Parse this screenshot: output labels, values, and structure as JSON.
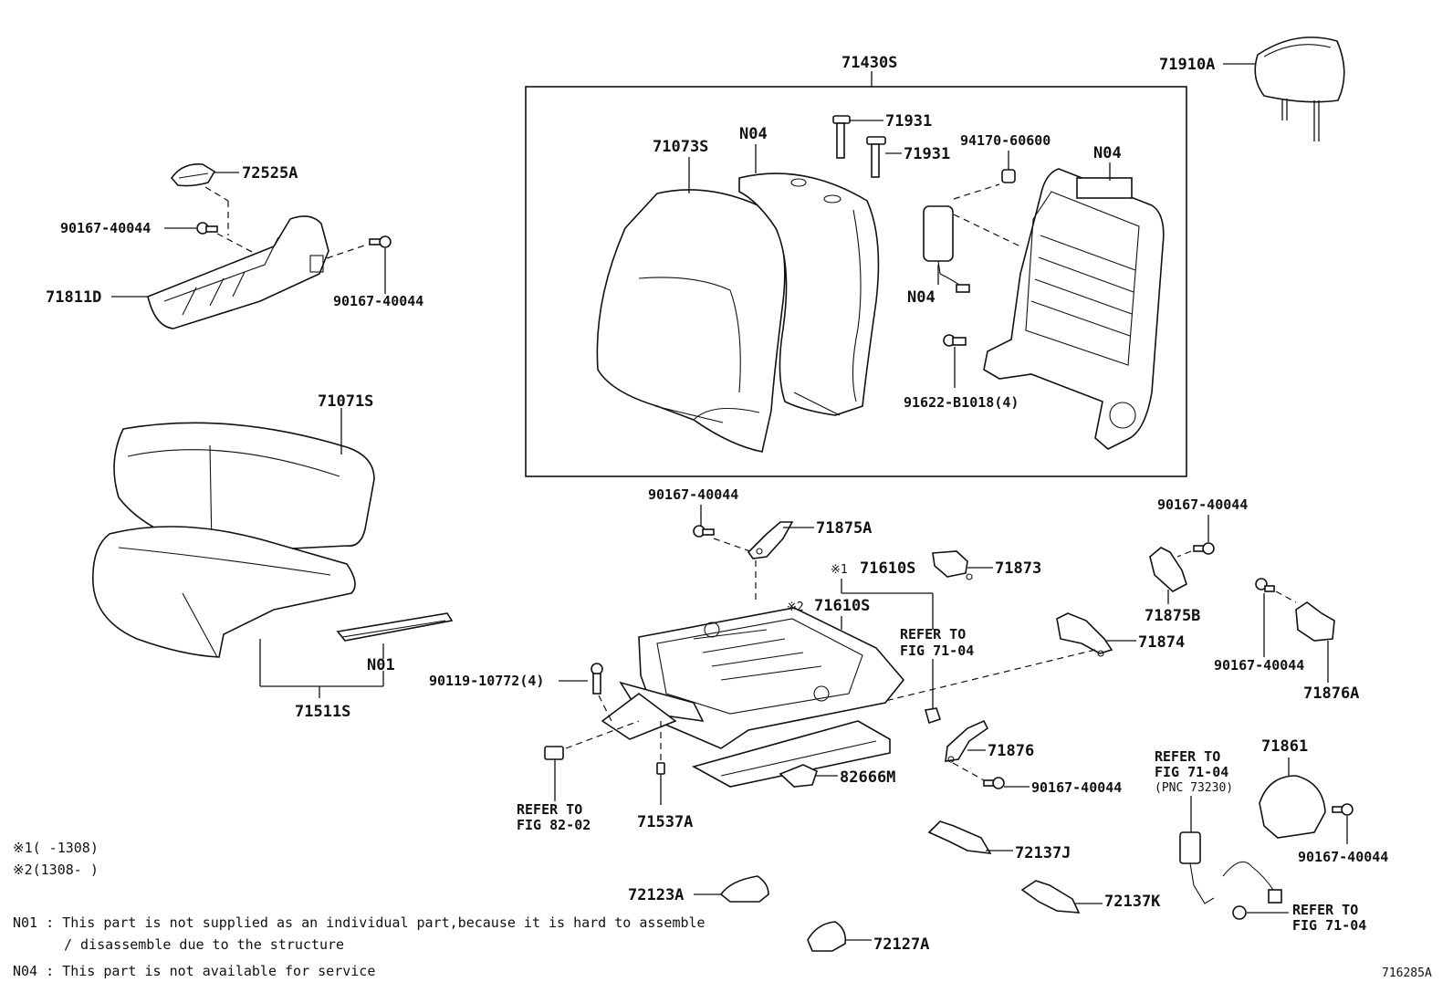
{
  "labels": {
    "p71430S": "71430S",
    "p71910A": "71910A",
    "p71931_a": "71931",
    "p71931_b": "71931",
    "p71073S": "71073S",
    "n04_a": "N04",
    "n04_b": "N04",
    "n04_c": "N04",
    "p94170": "94170-60600",
    "p91622": "91622-B1018(4)",
    "p72525A": "72525A",
    "p90167_a": "90167-40044",
    "p90167_b": "90167-40044",
    "p71811D": "71811D",
    "p71071S": "71071S",
    "n01": "N01",
    "p71511S": "71511S",
    "p90167_c": "90167-40044",
    "p71875A": "71875A",
    "mark1": "※1",
    "p71610S_1": "71610S",
    "mark2": "※2",
    "p71610S_2": "71610S",
    "p71873": "71873",
    "refer1_a": "REFER TO",
    "refer1_b": "FIG 71-04",
    "p71874": "71874",
    "p90119": "90119-10772(4)",
    "p71876": "71876",
    "p90167_d": "90167-40044",
    "p82666M": "82666M",
    "refer2_a": "REFER TO",
    "refer2_b": "FIG 82-02",
    "p71537A": "71537A",
    "p90167_e": "90167-40044",
    "p71875B": "71875B",
    "p90167_f": "90167-40044",
    "p71876A": "71876A",
    "p71861": "71861",
    "refer3_a": "REFER TO",
    "refer3_b": "FIG 71-04",
    "refer3_c": "(PNC 73230)",
    "p90167_g": "90167-40044",
    "refer4_a": "REFER TO",
    "refer4_b": "FIG 71-04",
    "p72137J": "72137J",
    "p72137K": "72137K",
    "p72123A": "72123A",
    "p72127A": "72127A",
    "fig_id": "716285A"
  },
  "notes": {
    "range1": "※1(    -1308)",
    "range2": "※2(1308-    )",
    "n01_line1": "N01 : This part is not supplied as an individual part,because it is hard to assemble",
    "n01_line2": "/ disassemble  due to the structure",
    "n04_line": "N04 : This part is not available for service"
  }
}
